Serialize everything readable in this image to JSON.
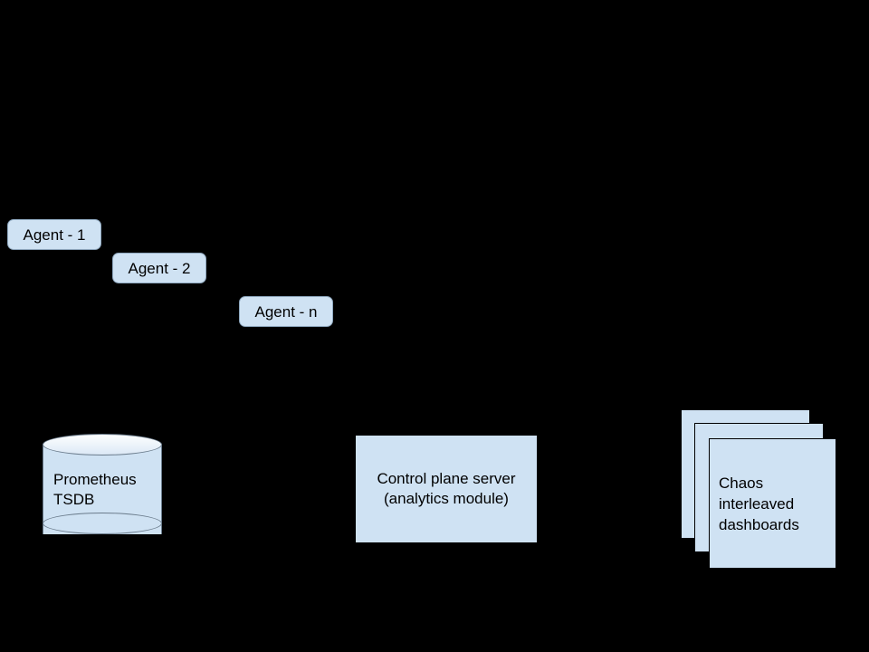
{
  "diagram": {
    "background_color": "#000000",
    "node_fill": "#cfe2f3",
    "node_stroke": "#000000",
    "agents": [
      {
        "label": "Agent - 1"
      },
      {
        "label": "Agent - 2"
      },
      {
        "label": "Agent - n"
      }
    ],
    "datastore": {
      "label_line1": "Prometheus",
      "label_line2": "TSDB"
    },
    "control_plane": {
      "label_line1": "Control plane server",
      "label_line2": "(analytics module)"
    },
    "dashboards": {
      "label_line1": "Chaos",
      "label_line2": "interleaved",
      "label_line3": "dashboards",
      "sheet_count": "3"
    }
  }
}
